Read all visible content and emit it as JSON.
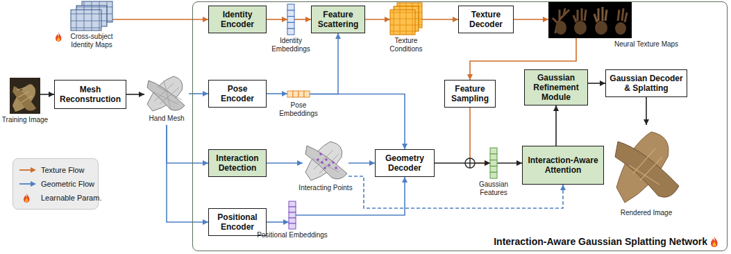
{
  "diagram": {
    "nodes": [
      {
        "text": [
          "Interaction-Aware Gaussian Splatting Network"
        ]
      },
      {
        "text": [
          "Cross-subject Identity Maps"
        ]
      },
      {
        "text": [
          "Training Image"
        ]
      },
      {
        "text": [
          "Mesh Reconstruction"
        ]
      },
      {
        "text": [
          "Hand Mesh"
        ]
      },
      {
        "text": [
          "Identity Encoder"
        ],
        "in": 0
      },
      {
        "text": [
          "Identity Embeddings"
        ],
        "in": 0
      },
      {
        "text": [
          "Feature Scattering"
        ],
        "in": 0
      },
      {
        "text": [
          "Texture Conditions"
        ],
        "in": 0
      },
      {
        "text": [
          "Texture Decoder"
        ],
        "in": 0
      },
      {
        "text": [
          "Neural Texture Maps"
        ],
        "in": 0
      },
      {
        "text": [
          "Pose Encoder"
        ],
        "in": 0
      },
      {
        "text": [
          "Pose Embeddings"
        ],
        "in": 0
      },
      {
        "text": [
          "Feature Sampling"
        ],
        "in": 0
      },
      {
        "text": [
          "Gaussian Refinement Module"
        ],
        "in": 0
      },
      {
        "text": [
          "Gaussian Decoder & Splatting"
        ],
        "in": 0
      },
      {
        "text": [
          "Interaction Detection"
        ],
        "in": 0
      },
      {
        "text": [
          "Interacting Points"
        ],
        "in": 0
      },
      {
        "text": [
          "Geometry Decoder"
        ],
        "in": 0
      },
      {
        "text": [
          "Gaussian Features"
        ],
        "in": 0
      },
      {
        "text": [
          "Interaction-Aware Attention"
        ],
        "in": 0
      },
      {
        "text": [
          "Rendered Image"
        ],
        "in": 0
      },
      {
        "text": [
          "Positional Encoder"
        ],
        "in": 0
      },
      {
        "text": [
          "Positional Embeddings"
        ],
        "in": 0
      }
    ],
    "edges": [
      {
        "from": 2,
        "to": 3,
        "arrow": "to"
      },
      {
        "from": 3,
        "to": 4,
        "arrow": "to"
      },
      {
        "from": 1,
        "to": 5,
        "arrow": "to"
      },
      {
        "from": 5,
        "to": 6,
        "arrow": "to"
      },
      {
        "from": 6,
        "to": 7,
        "arrow": "to"
      },
      {
        "from": 7,
        "to": 8,
        "arrow": "to"
      },
      {
        "from": 8,
        "to": 9,
        "arrow": "to"
      },
      {
        "from": 9,
        "to": 10,
        "arrow": "to"
      },
      {
        "from": 10,
        "to": 13,
        "arrow": "to"
      },
      {
        "from": 4,
        "to": 11,
        "arrow": "to"
      },
      {
        "from": 11,
        "to": 12,
        "arrow": "to"
      },
      {
        "from": 12,
        "to": 7,
        "arrow": "to"
      },
      {
        "from": 12,
        "to": 18,
        "arrow": "to"
      },
      {
        "from": 4,
        "to": 16,
        "arrow": "to"
      },
      {
        "from": 4,
        "to": 22,
        "arrow": "to"
      },
      {
        "from": 16,
        "to": 17,
        "arrow": "to"
      },
      {
        "from": 17,
        "to": 18,
        "arrow": "to"
      },
      {
        "from": 17,
        "to": 20,
        "arrow": "to"
      },
      {
        "from": 22,
        "to": 23,
        "arrow": "to"
      },
      {
        "from": 23,
        "to": 18,
        "arrow": "to"
      },
      {
        "from": 13,
        "to": 19,
        "arrow": "to"
      },
      {
        "from": 18,
        "to": 19,
        "arrow": "to"
      },
      {
        "from": 19,
        "to": 20,
        "arrow": "to"
      },
      {
        "from": 20,
        "to": 14,
        "arrow": "to"
      },
      {
        "from": 14,
        "to": 15,
        "arrow": "to"
      },
      {
        "from": 15,
        "to": 21,
        "arrow": "to"
      }
    ],
    "legend": [
      {
        "text": "Texture Flow"
      },
      {
        "text": "Geometric Flow"
      },
      {
        "text": "Learnable Param."
      }
    ]
  }
}
